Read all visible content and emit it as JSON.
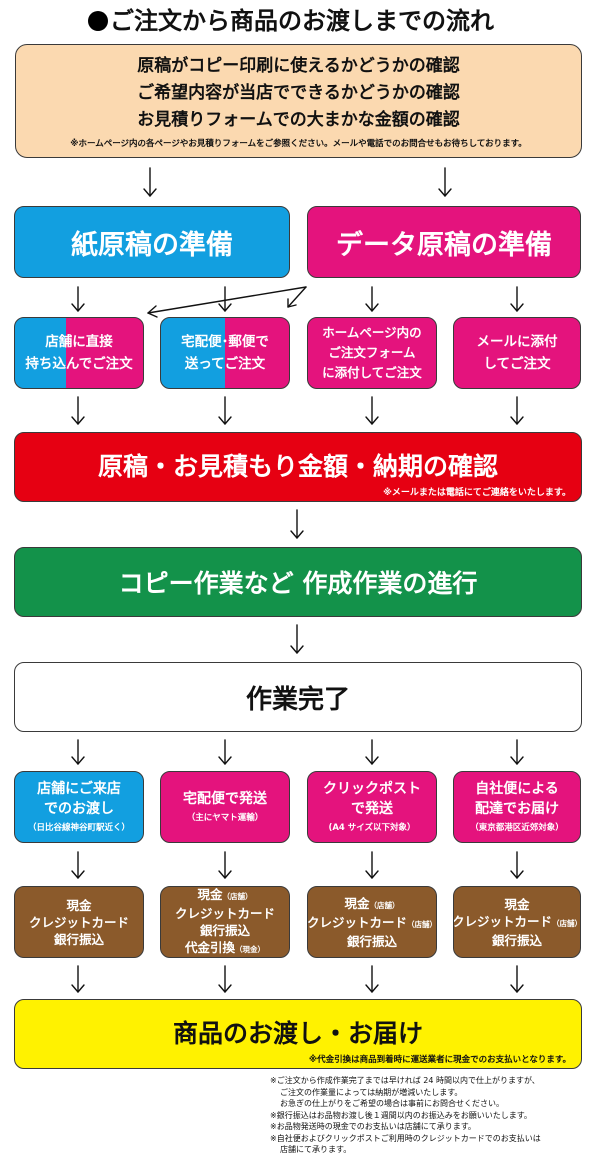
{
  "title": "ご注文から商品のお渡しまでの流れ",
  "top": {
    "lines": [
      "原稿がコピー印刷に使えるかどうかの確認",
      "ご希望内容が当店でできるかどうかの確認",
      "お見積りフォームでの大まかな金額の確認"
    ],
    "note": "※ホームページ内の各ページやお見積りフォームをご参照ください。メールや電話でのお問合せもお待ちしております。"
  },
  "prep": {
    "paper": "紙原稿の準備",
    "data": "データ原稿の準備"
  },
  "methods": [
    {
      "lines": [
        "店舗に直接",
        "持ち込んでご注文"
      ]
    },
    {
      "lines": [
        "宅配便･郵便で",
        "送ってご注文"
      ]
    },
    {
      "lines": [
        "ホームページ内の",
        "ご注文フォーム",
        "に添付してご注文"
      ]
    },
    {
      "lines": [
        "メールに添付",
        "してご注文"
      ]
    }
  ],
  "confirm": {
    "main": "原稿・お見積もり金額・納期の確認",
    "note": "※メールまたは電話にてご連絡をいたします。"
  },
  "copy": {
    "main": "コピー作業など 作成作業の進行"
  },
  "done": {
    "main": "作業完了"
  },
  "delivery": [
    {
      "lines": [
        "店舗にご来店",
        "でのお渡し"
      ],
      "sub": "（日比谷線神谷町駅近く）"
    },
    {
      "lines": [
        "宅配便で発送"
      ],
      "sub": "（主にヤマト運輸）"
    },
    {
      "lines": [
        "クリックポスト",
        "で発送"
      ],
      "sub": "(A4 サイズ以下対象）"
    },
    {
      "lines": [
        "自社便による",
        "配達でお届け"
      ],
      "sub": "（東京都港区近郊対象）"
    }
  ],
  "payments": [
    {
      "lines": [
        "現金",
        "クレジットカード",
        "銀行振込"
      ]
    },
    {
      "lines": [
        "現金",
        "クレジットカード",
        "銀行振込",
        "代金引換"
      ],
      "tags": [
        "（店舗）",
        "",
        "",
        "（現金）"
      ]
    },
    {
      "lines": [
        "現金",
        "クレジットカード",
        "銀行振込"
      ],
      "tags": [
        "（店舗）",
        "（店舗）",
        ""
      ]
    },
    {
      "lines": [
        "現金",
        "クレジットカード",
        "銀行振込"
      ],
      "tags": [
        "",
        "（店舗）",
        ""
      ]
    }
  ],
  "final": {
    "main": "商品のお渡し・お届け",
    "note": "※代金引換は商品到着時に運送業者に現金でのお支払いとなります。"
  },
  "footnotes": [
    "※ご注文から作成作業完了までは早ければ 24 時間以内で仕上がりますが、",
    "ご注文の作業量によっては納期が増減いたします。",
    "お急ぎの仕上がりをご希望の場合は事前にお問合せください。",
    "※銀行振込はお品物お渡し後１週間以内のお振込みをお願いいたします。",
    "※お品物発送時の現金でのお支払いは店舗にて承ります。",
    "※自社便およびクリックポストご利用時のクレジットカードでのお支払いは",
    "店舗にて承ります。"
  ]
}
